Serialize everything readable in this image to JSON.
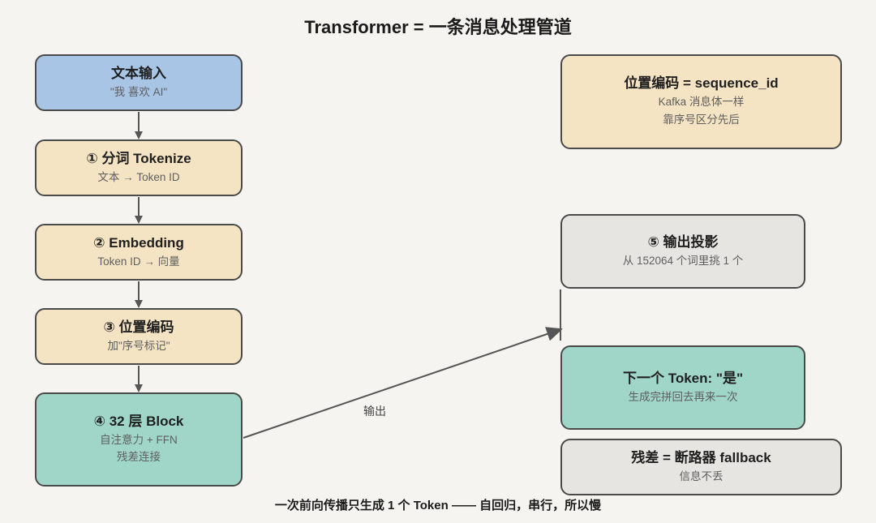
{
  "title": "Transformer = 一条消息处理管道",
  "nodes": {
    "input": {
      "title": "文本输入",
      "sub": "\"我 喜欢 AI\""
    },
    "tokenize": {
      "title": "① 分词 Tokenize",
      "sub": "文本 → Token ID"
    },
    "embed": {
      "title": "② Embedding",
      "sub": "Token ID → 向量"
    },
    "posenc": {
      "title": "③ 位置编码",
      "sub": "加\"序号标记\""
    },
    "block": {
      "title": "④ 32 层 Block",
      "sub1": "自注意力 + FFN",
      "sub2": "残差连接"
    },
    "seqid": {
      "title": "位置编码 = sequence_id",
      "sub1": "Kafka 消息体一样",
      "sub2": "靠序号区分先后"
    },
    "proj": {
      "title": "⑤ 输出投影",
      "sub": "从 152064 个词里挑 1 个"
    },
    "next": {
      "title": "下一个 Token: \"是\"",
      "sub": "生成完拼回去再来一次"
    },
    "resid": {
      "title": "残差 = 断路器 fallback",
      "sub": "信息不丢"
    }
  },
  "edge_label": "输出",
  "footer": "一次前向传播只生成 1 个 Token —— 自回归，串行，所以慢",
  "colors": {
    "input": "#a9c5e6",
    "step": "#f5e4c3",
    "block": "#9fd6c7",
    "note": "#e6e5e1",
    "arrow": "#555555"
  }
}
